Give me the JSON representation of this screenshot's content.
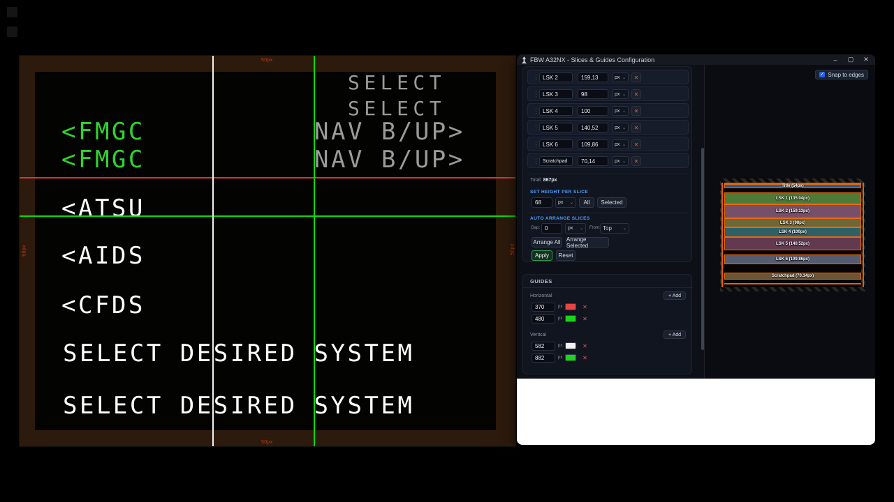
{
  "colors": {
    "accent_blue": "#4da0ff",
    "orange_outline": "#e8690e",
    "apply_green": "#2f9e53",
    "mcdu_green": "#2fd52f",
    "mcdu_gray": "#9b9b9b",
    "guide_red": "#e84545",
    "guide_green": "#1bd51b",
    "guide_white": "#f2f2f2",
    "checkbox_blue": "#2563eb"
  },
  "mcdu": {
    "ruler_label": "50px",
    "lines": {
      "select1": "SELECT",
      "select2": "SELECT",
      "fmgc1": "<FMGC",
      "nav1": "NAV B/UP>",
      "fmgc2": "<FMGC",
      "nav2": "NAV B/UP>",
      "atsu": "<ATSU",
      "aids": "<AIDS",
      "cfds": "<CFDS",
      "sds1": "SELECT DESIRED SYSTEM",
      "sds2": "SELECT DESIRED SYSTEM"
    }
  },
  "window": {
    "title": "FBW A32NX - Slices & Guides Configuration",
    "titlebar": {
      "minimize": "–",
      "maximize": "▢",
      "close": "✕"
    },
    "snap_to_edges": "Snap to edges",
    "checkmark": "✓",
    "unit": "px",
    "chevron": "⌄",
    "remove": "✕",
    "drag_dots": "⋮⋮",
    "slices": [
      {
        "name": "LSK 2",
        "value": "159,13",
        "unit": "px"
      },
      {
        "name": "LSK 3",
        "value": "98",
        "unit": "px"
      },
      {
        "name": "LSK 4",
        "value": "100",
        "unit": "px"
      },
      {
        "name": "LSK 5",
        "value": "140,52",
        "unit": "px"
      },
      {
        "name": "LSK 6",
        "value": "109,86",
        "unit": "px"
      },
      {
        "name": "Scratchpad",
        "value": "70,14",
        "unit": "px"
      }
    ],
    "total_label": "Total:",
    "total_value": "867px",
    "set_height": {
      "header": "SET HEIGHT PER SLICE",
      "value": "68",
      "unit": "px",
      "all": "All",
      "selected": "Selected"
    },
    "auto_arrange": {
      "header": "AUTO ARRANGE SLICES",
      "gap_label": "Gap:",
      "gap_value": "0",
      "unit": "px",
      "from_label": "From:",
      "from_value": "Top",
      "arrange_all": "Arrange All",
      "arrange_selected": "Arrange Selected",
      "apply": "Apply",
      "reset": "Reset"
    },
    "guides": {
      "header": "GUIDES",
      "horizontal_label": "Horizontal",
      "vertical_label": "Vertical",
      "add_label": "+ Add",
      "horizontal": [
        {
          "value": "370",
          "unit": "px",
          "color": "#e84545"
        },
        {
          "value": "480",
          "unit": "px",
          "color": "#1bd51b"
        }
      ],
      "vertical": [
        {
          "value": "582",
          "unit": "px",
          "color": "#f2f2f2"
        },
        {
          "value": "882",
          "unit": "px",
          "color": "#1bd51b"
        }
      ]
    },
    "preview": {
      "slices": [
        {
          "label": "Title (54px)",
          "px": 54,
          "color": "#2e5d8c"
        },
        {
          "label": "LSK 1 (135.04px)",
          "px": 135.04,
          "color": "#4d7a37"
        },
        {
          "label": "LSK 2 (159.13px)",
          "px": 159.13,
          "color": "#774f68"
        },
        {
          "label": "LSK 3 (98px)",
          "px": 98,
          "color": "#6d6636"
        },
        {
          "label": "LSK 4 (100px)",
          "px": 100,
          "color": "#2f6066"
        },
        {
          "label": "LSK 5 (140.52px)",
          "px": 140.52,
          "color": "#613a50"
        },
        {
          "label": "LSK 6 (109.86px)",
          "px": 109.86,
          "color": "#555b71"
        },
        {
          "label": "Scratchpad (70.14px)",
          "px": 70.14,
          "color": "#6b5535"
        }
      ]
    }
  }
}
